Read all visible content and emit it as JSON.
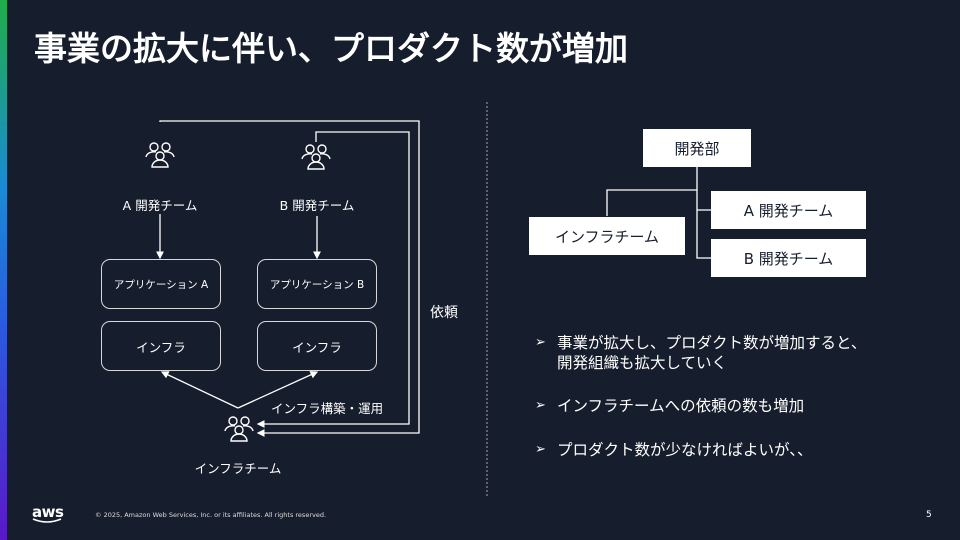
{
  "title": "事業の拡大に伴い、プロダクト数が増加",
  "diagram": {
    "team_a": "A 開発チーム",
    "team_b": "B 開発チーム",
    "app_a": "アプリケーション A",
    "app_b": "アプリケーション B",
    "infra_a": "インフラ",
    "infra_b": "インフラ",
    "request": "依頼",
    "build_ops": "インフラ構築・運用",
    "infra_team": "インフラチーム"
  },
  "org": {
    "root": "開発部",
    "infra": "インフラチーム",
    "team_a": "A 開発チーム",
    "team_b": "B 開発チーム"
  },
  "bullets": [
    {
      "line1": "事業が拡大し、プロダクト数が増加すると、",
      "line2": "開発組織も拡大していく"
    },
    {
      "line1": "インフラチームへの依頼の数も増加"
    },
    {
      "line1": "プロダクト数が少なければよいが、、"
    }
  ],
  "bullet_marker": "➢",
  "footer": {
    "copyright": "© 2025, Amazon Web Services, Inc. or its affiliates. All rights reserved.",
    "page": "5",
    "logo": "aws"
  }
}
